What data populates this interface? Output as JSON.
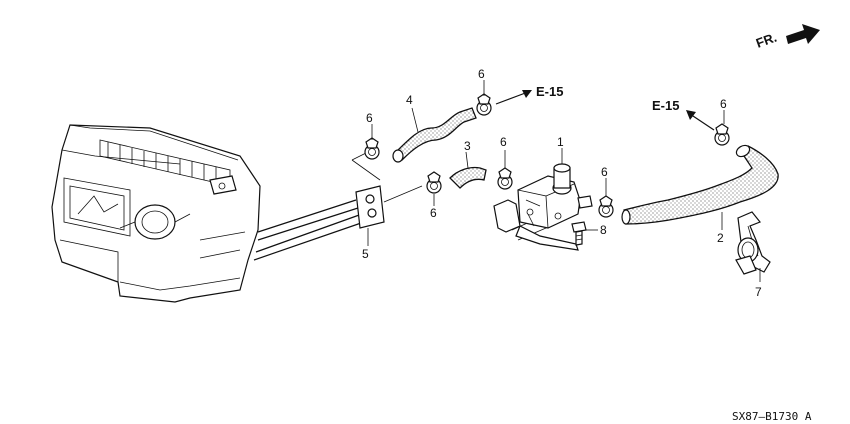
{
  "direction_marker": {
    "text": "FR."
  },
  "references": {
    "left": "E-15",
    "right": "E-15"
  },
  "callouts": {
    "c1": "1",
    "c2": "2",
    "c3": "3",
    "c4": "4",
    "c5": "5",
    "c6_top": "6",
    "c6_left": "6",
    "c6_mid": "6",
    "c6_lower": "6",
    "c6_valve": "6",
    "c6_right": "6",
    "c7": "7",
    "c8": "8"
  },
  "diagram_code": "SX87–B1730 A"
}
